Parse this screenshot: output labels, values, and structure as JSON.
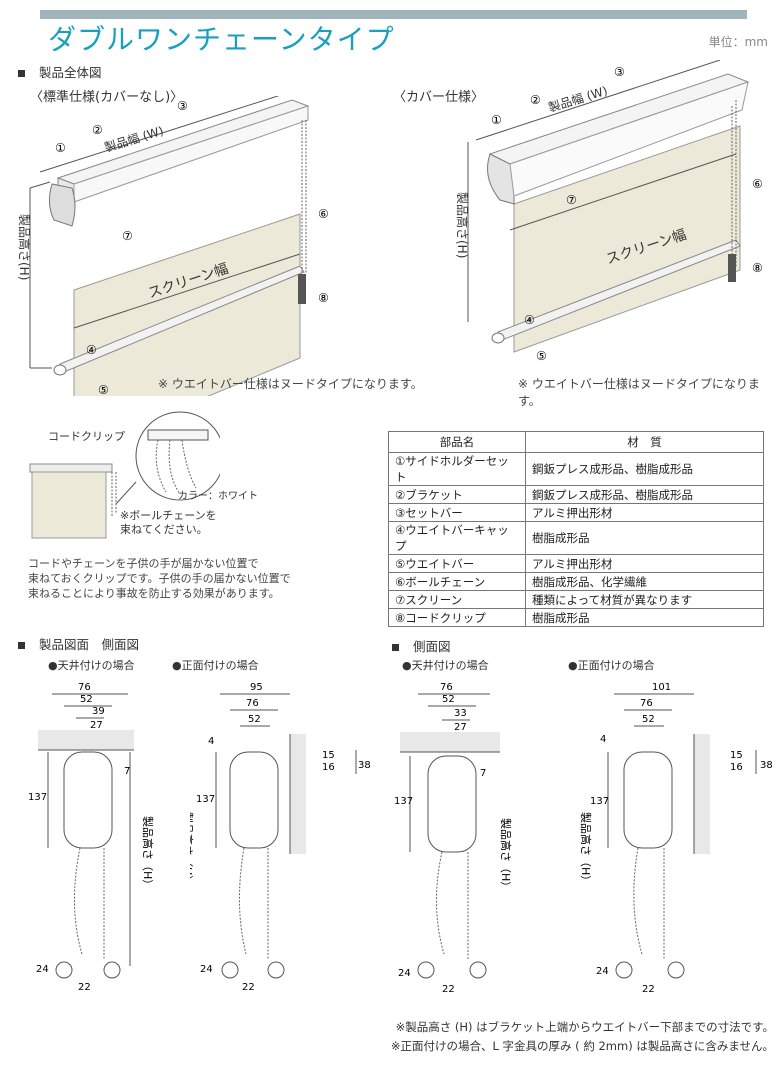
{
  "title": "ダブルワンチェーンタイプ",
  "unit": "単位：mm",
  "section_overview": "製品全体図",
  "standard_label": "〈標準仕様(カバーなし)〉",
  "cover_label": "〈カバー仕様〉",
  "diagram": {
    "width_label": "製品幅 (W)",
    "height_label": "製品高さ(H)",
    "screen_width_label": "スクリーン幅",
    "weight_note": "※ ウエイトバー仕様はヌードタイプになります。",
    "callouts": [
      "①",
      "②",
      "③",
      "④",
      "⑤",
      "⑥",
      "⑦",
      "⑧"
    ]
  },
  "cord_clip": {
    "title": "コードクリップ",
    "color_label": "カラー：ホワイト",
    "tie_note": "※ボールチェーンを\n束ねてください。",
    "description": "コードやチェーンを子供の手が届かない位置で\n束ねておくクリップです。子供の手の届かない位置で\n束ねることにより事故を防止する効果があります。"
  },
  "parts_table": {
    "headers": [
      "部品名",
      "材　質"
    ],
    "rows": [
      [
        "①サイドホルダーセット",
        "鋼鈑プレス成形品、樹脂成形品"
      ],
      [
        "②ブラケット",
        "鋼鈑プレス成形品、樹脂成形品"
      ],
      [
        "③セットバー",
        "アルミ押出形材"
      ],
      [
        "④ウエイトバーキャップ",
        "樹脂成形品"
      ],
      [
        "⑤ウエイトバー",
        "アルミ押出形材"
      ],
      [
        "⑥ボールチェーン",
        "樹脂成形品、化学繊維"
      ],
      [
        "⑦スクリーン",
        "種類によって材質が異なります"
      ],
      [
        "⑧コードクリップ",
        "樹脂成形品"
      ]
    ]
  },
  "side_left": {
    "section": "製品図面　側面図",
    "ceiling_label": "●天井付けの場合",
    "front_label": "●正面付けの場合",
    "ceiling_dims": {
      "d1": "76",
      "d2": "52",
      "d3": "39",
      "d4": "27",
      "d5": "7",
      "d6": "137",
      "d7": "24",
      "d8": "22"
    },
    "front_dims": {
      "d1": "95",
      "d2": "76",
      "d3": "52",
      "d4": "4",
      "d5": "15",
      "d6": "16",
      "d7": "38",
      "d8": "137",
      "d9": "24",
      "d10": "22"
    }
  },
  "side_right": {
    "section": "側面図",
    "ceiling_label": "●天井付けの場合",
    "front_label": "●正面付けの場合",
    "ceiling_dims": {
      "d1": "76",
      "d2": "52",
      "d3": "33",
      "d4": "27",
      "d5": "7",
      "d6": "137",
      "d7": "24",
      "d8": "22"
    },
    "front_dims": {
      "d1": "101",
      "d2": "76",
      "d3": "52",
      "d4": "4",
      "d5": "15",
      "d6": "16",
      "d7": "38",
      "d8": "137",
      "d9": "24",
      "d10": "22"
    }
  },
  "side_height_label": "製品高さ（H）",
  "footnotes": [
    "※製品高さ (H) はブラケット上端からウエイトバー下部までの寸法です。",
    "※正面付けの場合、L 字金具の厚み ( 約 2mm) は製品高さに含みません。"
  ],
  "colors": {
    "title": "#1aa0bf",
    "topbar": "#9fb4bb",
    "screen": "#ece9d8"
  }
}
